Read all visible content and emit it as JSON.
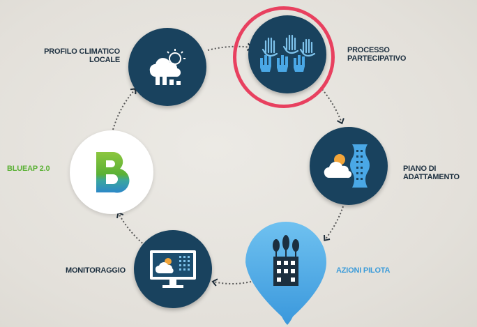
{
  "diagram": {
    "nodes": [
      {
        "id": "profilo",
        "label_line1": "PROFILO CLIMATICO",
        "label_line2": "LOCALE",
        "icon": "cloud-sun-bar-chart-icon"
      },
      {
        "id": "processo",
        "label_line1": "PROCESSO",
        "label_line2": "PARTECIPATIVO",
        "icon": "raised-hands-icon",
        "highlighted": true
      },
      {
        "id": "piano",
        "label_line1": "PIANO DI",
        "label_line2": "ADATTAMENTO",
        "icon": "cloud-building-icon"
      },
      {
        "id": "azioni",
        "label_line1": "AZIONI PILOTA",
        "label_line2": "",
        "icon": "factory-trees-icon"
      },
      {
        "id": "monitoraggio",
        "label_line1": "MONITORAGGIO",
        "label_line2": "",
        "icon": "monitor-weather-icon"
      },
      {
        "id": "blueap",
        "label_line1": "BLUEAP 2.0",
        "label_line2": "",
        "icon": "blueap-logo-b-icon"
      }
    ],
    "flow": "clockwise",
    "colors": {
      "node_dark": "#19425e",
      "node_light": "#4aa8e6",
      "highlight_ring": "#e8405f",
      "blueap_green": "#5bb135",
      "background": "#e6e3dd"
    }
  }
}
